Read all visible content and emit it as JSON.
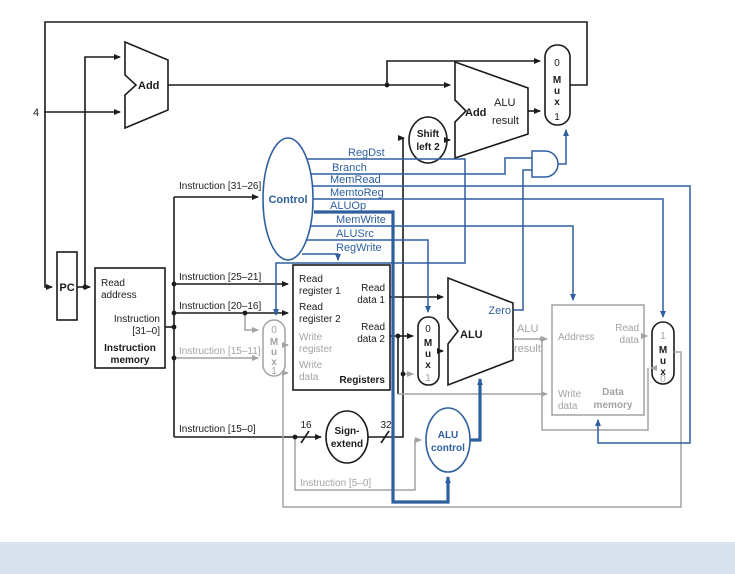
{
  "colors": {
    "wire_black": "#1c1c1c",
    "inactive_gray": "#a3a3a3",
    "control_blue": "#2e5f9f",
    "footer_band": "#d9e1ee"
  },
  "pc": {
    "label": "PC"
  },
  "imem": {
    "read_address": "Read address",
    "instruction_out": "Instruction [31–0]",
    "title": "Instruction memory"
  },
  "adders": {
    "add_pc": "Add",
    "add_branch": "Add",
    "branch_result_l1": "ALU",
    "branch_result_l2": "result"
  },
  "shift": {
    "l1": "Shift",
    "l2": "left 2"
  },
  "control": {
    "label": "Control",
    "signals": [
      "RegDst",
      "Branch",
      "MemRead",
      "MemtoReg",
      "ALUOp",
      "MemWrite",
      "ALUSrc",
      "RegWrite"
    ]
  },
  "regs": {
    "read_register_1_l1": "Read",
    "read_register_1_l2": "register 1",
    "read_register_2_l1": "Read",
    "read_register_2_l2": "register 2",
    "write_register_l1": "Write",
    "write_register_l2": "register",
    "write_data_l1": "Write",
    "write_data_l2": "data",
    "read_data_1_l1": "Read",
    "read_data_1_l2": "data 1",
    "read_data_2_l1": "Read",
    "read_data_2_l2": "data 2",
    "title": "Registers"
  },
  "alu": {
    "label": "ALU",
    "zero": "Zero",
    "result_l1": "ALU",
    "result_l2": "result"
  },
  "aluctl": {
    "l1": "ALU",
    "l2": "control"
  },
  "signext": {
    "l1": "Sign-",
    "l2": "extend"
  },
  "dmem": {
    "address": "Address",
    "read_data_l1": "Read",
    "read_data_l2": "data",
    "write_data_l1": "Write",
    "write_data_l2": "data",
    "title_l1": "Data",
    "title_l2": "memory"
  },
  "mux": {
    "m": "M",
    "u": "u",
    "x": "x",
    "i0": "0",
    "i1": "1"
  },
  "buses": {
    "instr_31_26": "Instruction [31–26]",
    "instr_25_21": "Instruction [25–21]",
    "instr_20_16": "Instruction [20–16]",
    "instr_15_11": "Instruction [15–11]",
    "instr_15_0": "Instruction [15–0]",
    "instr_5_0": "Instruction [5–0]"
  },
  "widths": {
    "w4": "4",
    "w16": "16",
    "w32": "32"
  }
}
